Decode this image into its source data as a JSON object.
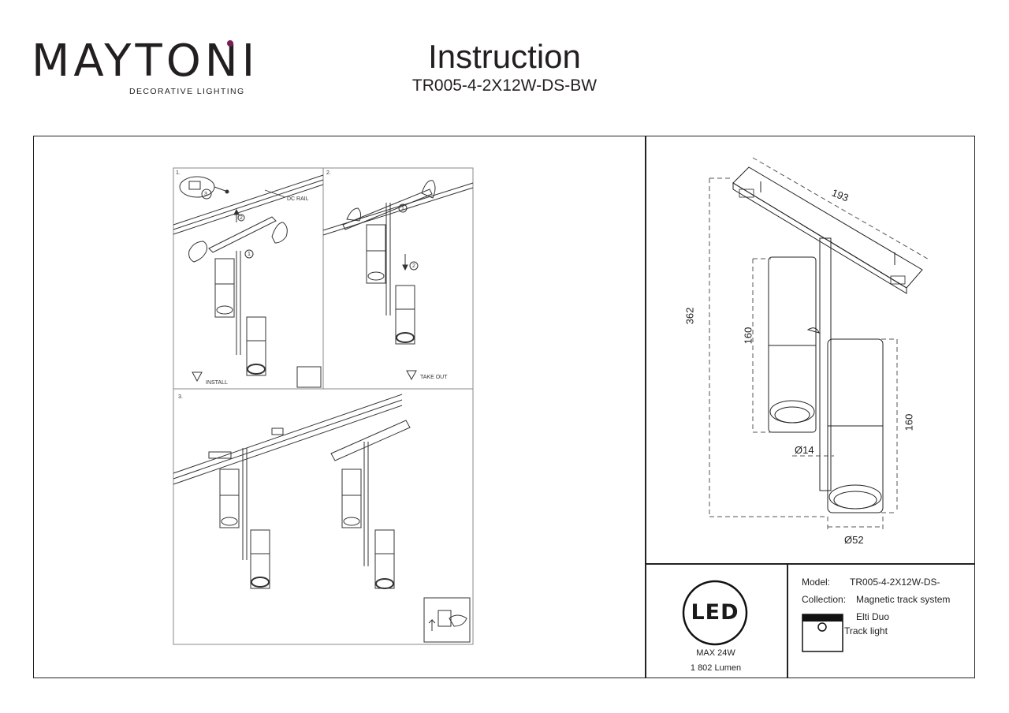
{
  "logo": {
    "word": "MAYTONI",
    "tagline": "DECORATIVE LIGHTING",
    "accent": "#7a1f56"
  },
  "header": {
    "title": "Instruction",
    "model_code": "TR005-4-2X12W-DS-BW"
  },
  "steps": {
    "step1": {
      "number": "1.",
      "circle3": "3",
      "rail_label": "DC RAIL",
      "arrow_num": "2",
      "lamp_num": "1",
      "warning": "INSTALL"
    },
    "step2": {
      "number": "2.",
      "lamp_num": "1",
      "arrow_num": "2",
      "warning": "TAKE OUT"
    },
    "step3": {
      "number": "3."
    }
  },
  "dimensions": {
    "length": "193",
    "height": "362",
    "shade_left": "160",
    "shade_right": "160",
    "rod_diameter": "Ø14",
    "shade_diameter": "Ø52"
  },
  "led": {
    "badge": "LED",
    "power": "MAX 24W",
    "lumen": "1 802 Lumen"
  },
  "specs": {
    "model_label": "Model:",
    "model_value": "TR005-4-2X12W-DS-",
    "collection_label": "Collection:",
    "collection_value": "Magnetic track system",
    "series_value": "Elti Duo",
    "type_value": "Track light"
  },
  "colors": {
    "line": "#222222",
    "accent": "#7a1f56",
    "dim_line": "#555555"
  }
}
